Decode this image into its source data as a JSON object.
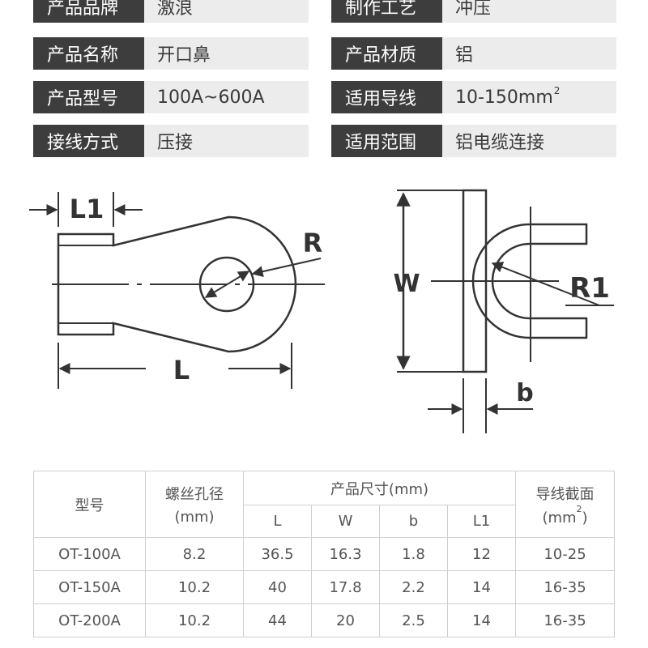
{
  "specs": [
    {
      "key": "产品品牌",
      "value": "激浪"
    },
    {
      "key": "制作工艺",
      "value": "冲压"
    },
    {
      "key": "产品名称",
      "value": "开口鼻"
    },
    {
      "key": "产品材质",
      "value": "铝"
    },
    {
      "key": "产品型号",
      "value": "100A~600A"
    },
    {
      "key": "适用导线",
      "value": "10-150mm",
      "sup": "2"
    },
    {
      "key": "接线方式",
      "value": "压接"
    },
    {
      "key": "适用范围",
      "value": "铝电缆连接"
    }
  ],
  "diagram": {
    "left": {
      "l1_label": "L1",
      "r_label": "R",
      "l_label": "L"
    },
    "right": {
      "w_label": "W",
      "r1_label": "R1",
      "b_label": "b"
    }
  },
  "table": {
    "header": {
      "model": "型号",
      "hole_title": "螺丝孔径",
      "hole_unit": "(mm)",
      "size_title": "产品尺寸(mm)",
      "wire_title": "导线截面",
      "wire_unit": "(mm",
      "wire_unit_sup": "2",
      "wire_unit_close": ")",
      "sub": [
        "L",
        "W",
        "b",
        "L1"
      ]
    },
    "rows": [
      [
        "OT-100A",
        "8.2",
        "36.5",
        "16.3",
        "1.8",
        "12",
        "10-25"
      ],
      [
        "OT-150A",
        "10.2",
        "40",
        "17.8",
        "2.2",
        "14",
        "16-35"
      ],
      [
        "OT-200A",
        "10.2",
        "44",
        "20",
        "2.5",
        "14",
        "16-35"
      ]
    ]
  }
}
